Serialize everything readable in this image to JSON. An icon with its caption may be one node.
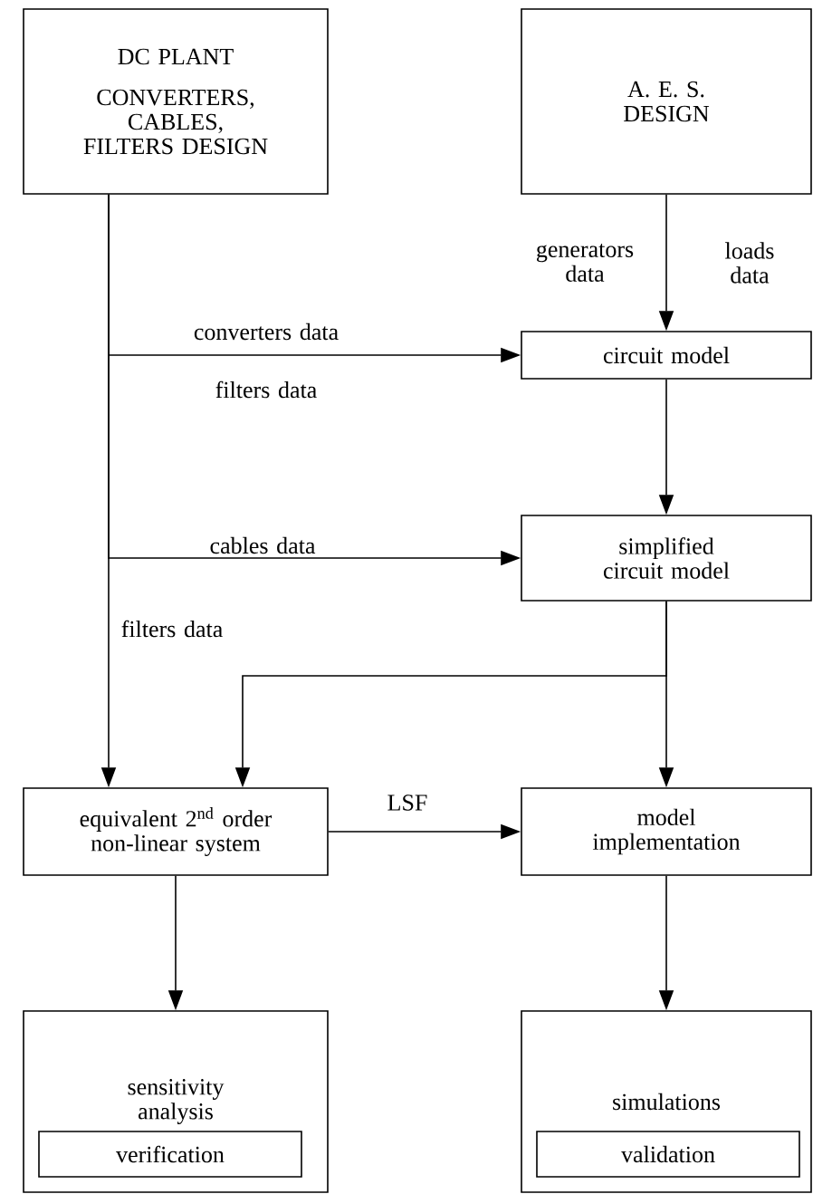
{
  "diagram": {
    "nodes": [
      {
        "text": [
          "DC PLANT",
          "CONVERTERS, CABLES, FILTERS DESIGN"
        ]
      },
      {
        "text": [
          "A. E. S. DESIGN"
        ]
      },
      {
        "text": [
          "circuit model"
        ]
      },
      {
        "text": [
          "simplified circuit model"
        ]
      },
      {
        "text": [
          "equivalent 2$^{nd}$ order non-linear system"
        ]
      },
      {
        "text": [
          "model implementation"
        ]
      },
      {
        "text": [
          "sensitivity analysis"
        ]
      },
      {
        "text": [
          "verification"
        ],
        "in": 6
      },
      {
        "text": [
          "simulations"
        ]
      },
      {
        "text": [
          "validation"
        ],
        "in": 8
      }
    ],
    "edges": [
      {
        "from": 0,
        "to": 2,
        "arrow": "to",
        "label": "converters data"
      },
      {
        "from": 0,
        "to": 3,
        "arrow": "to",
        "label": "cables data"
      },
      {
        "from": 0,
        "to": 4,
        "arrow": "to",
        "label": "filters data"
      },
      {
        "from": 1,
        "to": 2,
        "arrow": "to",
        "label": "generators data"
      },
      {
        "from": 2,
        "to": 3,
        "arrow": "to"
      },
      {
        "from": 3,
        "to": 5,
        "arrow": "to"
      },
      {
        "from": 3,
        "to": 4,
        "arrow": "to"
      },
      {
        "from": 4,
        "to": 5,
        "arrow": "to",
        "label": "LSF"
      },
      {
        "from": 4,
        "to": 6,
        "arrow": "to"
      },
      {
        "from": 5,
        "to": 8,
        "arrow": "to"
      }
    ],
    "labels": [
      "filters data",
      "loads data"
    ]
  }
}
